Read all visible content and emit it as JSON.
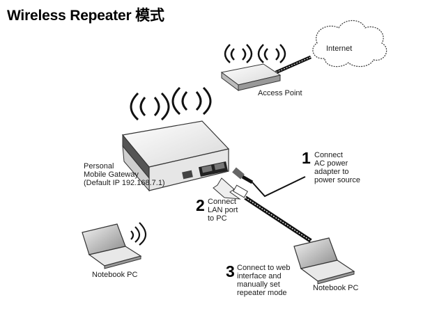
{
  "title": "Wireless Repeater 模式",
  "nodes": {
    "internet": "Internet",
    "access_point": "Access Point",
    "gateway": "Personal\nMobile Gateway\n(Default IP 192.168.7.1)",
    "notebook_left": "Notebook PC",
    "notebook_right": "Notebook PC"
  },
  "steps": [
    {
      "num": "1",
      "text": "Connect\nAC power\nadapter to\npower source"
    },
    {
      "num": "2",
      "text": "Connect\nLAN port\nto PC"
    },
    {
      "num": "3",
      "text": "Connect to web\ninterface and\nmanually set\nrepeater mode"
    }
  ]
}
